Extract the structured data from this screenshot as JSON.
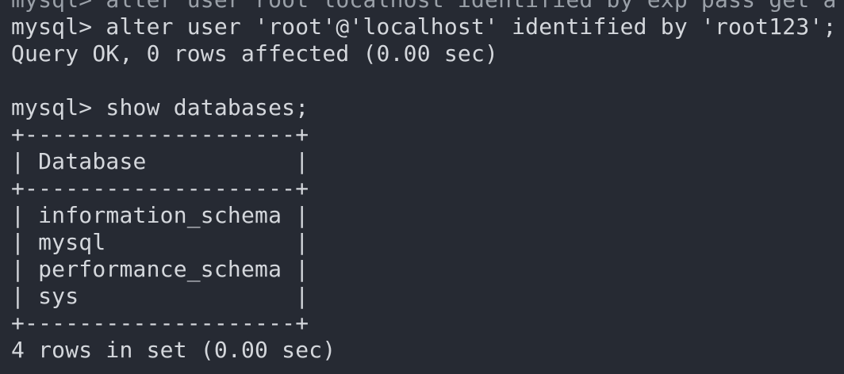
{
  "terminal": {
    "lines": [
      "mysql> alter user root localhost identified by exp pass get a",
      "mysql> alter user 'root'@'localhost' identified by 'root123';",
      "Query OK, 0 rows affected (0.00 sec)",
      "",
      "mysql> show databases;",
      "+--------------------+",
      "| Database           |",
      "+--------------------+",
      "| information_schema |",
      "| mysql              |",
      "| performance_schema |",
      "| sys                |",
      "+--------------------+",
      "4 rows in set (0.00 sec)",
      ""
    ]
  }
}
